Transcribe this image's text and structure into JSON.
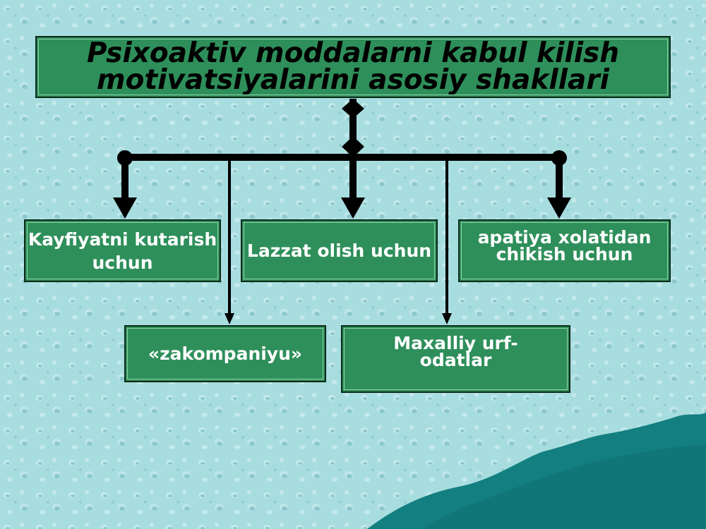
{
  "diagram": {
    "title": "Psixoaktiv moddalarni kabul kilish motivatsiyalarini asosiy shakllari",
    "nodes": [
      {
        "id": "kayfiyat",
        "label": "Kayfiyatni kutarish uchun"
      },
      {
        "id": "lazzat",
        "label": "Lazzat olish uchun"
      },
      {
        "id": "apatiya",
        "label": "apatiya xolatidan chikish uchun"
      },
      {
        "id": "zakompaniyu",
        "label": "«zakompaniyu»"
      },
      {
        "id": "urf",
        "label": "Maxalliy urf-odatlar"
      }
    ]
  },
  "colors": {
    "box_fill": "#2e8f5a",
    "box_border": "#0b2a18",
    "background": "#a8dde0",
    "connector": "#000000",
    "corner_wave": "#137f80"
  }
}
